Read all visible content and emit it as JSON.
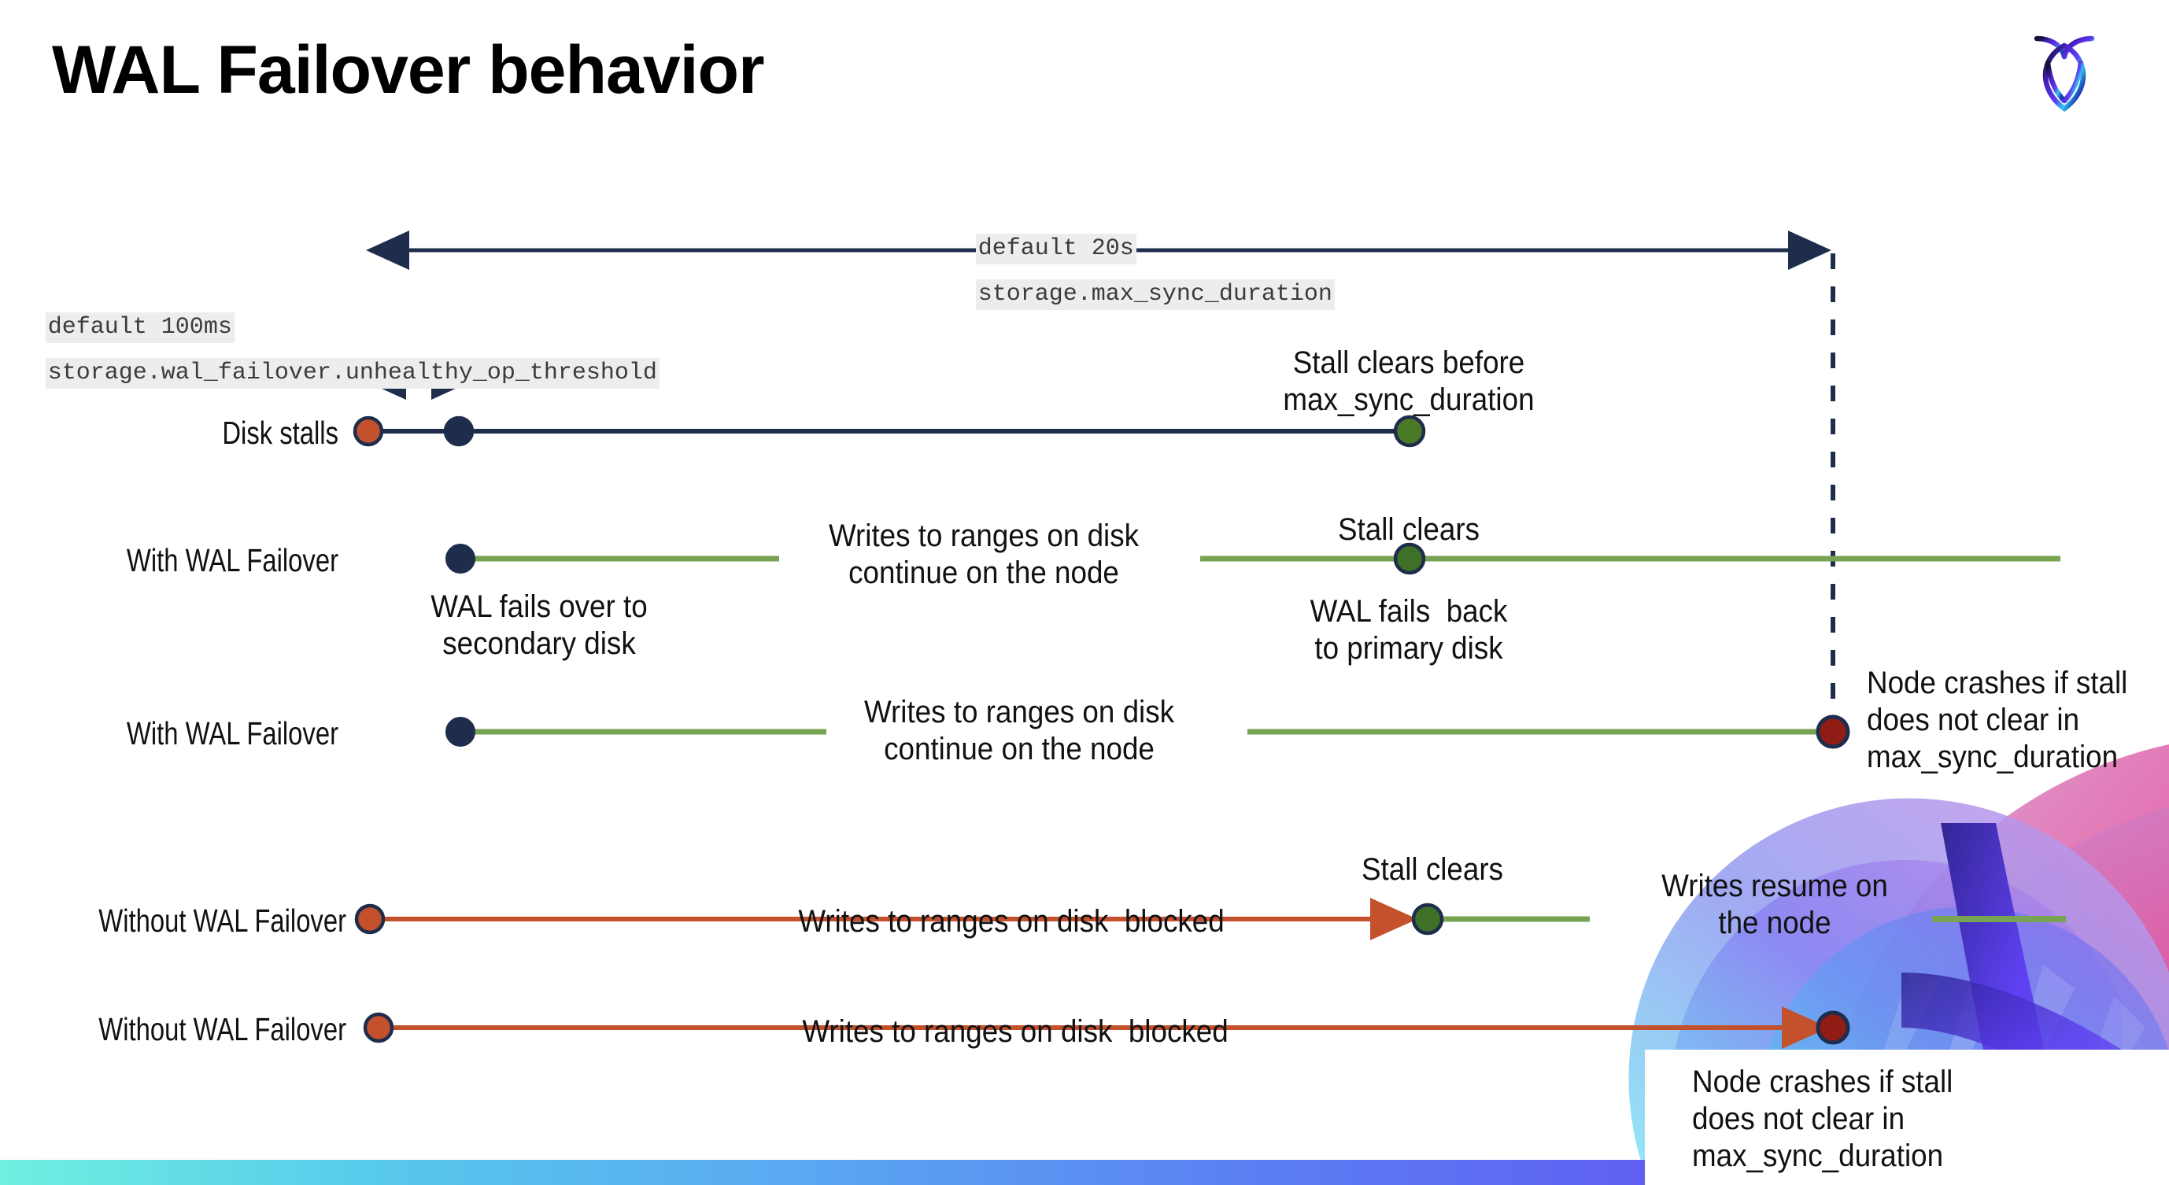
{
  "slide": {
    "title": "WAL Failover behavior",
    "logo_name": "cockroachdb-logo",
    "background": "#ffffff",
    "accent_bar_colors": [
      "#6ff0e0",
      "#5aa6f2",
      "#6a4df0"
    ]
  },
  "colors": {
    "navy": "#1f2d4d",
    "green_line": "#77a352",
    "green_marker": "#4a7a28",
    "orange_line": "#c2512c",
    "orange_marker": "#c2512c",
    "dark_red_marker": "#8f1d16",
    "code_bg": "#ededed",
    "code_fg": "#3b3b3b"
  },
  "settings": {
    "max_sync_duration": {
      "default_label": "default 20s",
      "setting_name": "storage.max_sync_duration"
    },
    "unhealthy_op_threshold": {
      "default_label": "default 100ms",
      "setting_name": "storage.wal_failover.unhealthy_op_threshold"
    }
  },
  "rows": [
    {
      "id": "disk-stalls",
      "label": "Disk stalls",
      "annotations": [
        "Stall clears before\nmax_sync_duration"
      ]
    },
    {
      "id": "with-wal-failover-clears",
      "label": "With WAL Failover",
      "annotations": [
        "WAL fails over to\nsecondary disk",
        "Writes to ranges on disk\ncontinue on the node",
        "Stall clears",
        "WAL fails  back\nto primary disk"
      ]
    },
    {
      "id": "with-wal-failover-crash",
      "label": "With WAL Failover",
      "annotations": [
        "Writes to ranges on disk\ncontinue on the node",
        "Node crashes if stall\ndoes not clear in\nmax_sync_duration"
      ]
    },
    {
      "id": "without-wal-failover-clears",
      "label": "Without WAL Failover",
      "annotations": [
        "Writes to ranges on disk  blocked",
        "Stall clears",
        "Writes resume on\nthe node"
      ]
    },
    {
      "id": "without-wal-failover-crash",
      "label": "Without WAL Failover",
      "annotations": [
        "Writes to ranges on disk  blocked",
        "Node crashes if stall\ndoes not clear in\nmax_sync_duration"
      ]
    }
  ],
  "annotations": {
    "stall_clears_before": "Stall clears before\nmax_sync_duration",
    "wal_fails_over": "WAL fails over to\nsecondary disk",
    "writes_continue_1": "Writes to ranges on disk\ncontinue on the node",
    "stall_clears_2": "Stall clears",
    "wal_fails_back": "WAL fails  back\nto primary disk",
    "writes_continue_2": "Writes to ranges on disk\ncontinue on the node",
    "node_crashes_1": "Node crashes if stall\ndoes not clear in\nmax_sync_duration",
    "writes_blocked_1": "Writes to ranges on disk  blocked",
    "stall_clears_3": "Stall clears",
    "writes_resume": "Writes resume on\nthe node",
    "writes_blocked_2": "Writes to ranges on disk  blocked",
    "node_crashes_2": "Node crashes if stall\ndoes not clear in\nmax_sync_duration"
  }
}
